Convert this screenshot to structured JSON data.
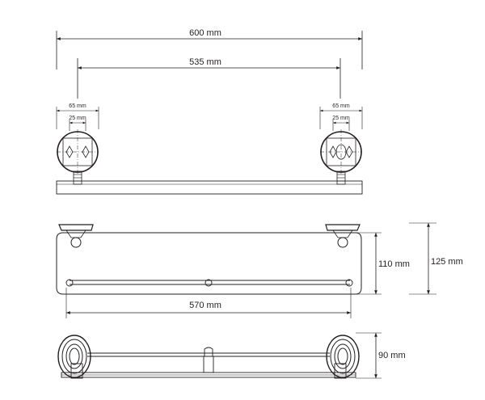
{
  "dimensions": {
    "total_width": "600 mm",
    "mount_spacing": "535 mm",
    "left_plate_width": "65 mm",
    "left_hole_spacing": "25 mm",
    "right_plate_width": "65 mm",
    "right_hole_spacing": "25 mm",
    "glass_depth": "110 mm",
    "overall_depth": "125 mm",
    "glass_width": "570 mm",
    "height": "90 mm"
  }
}
